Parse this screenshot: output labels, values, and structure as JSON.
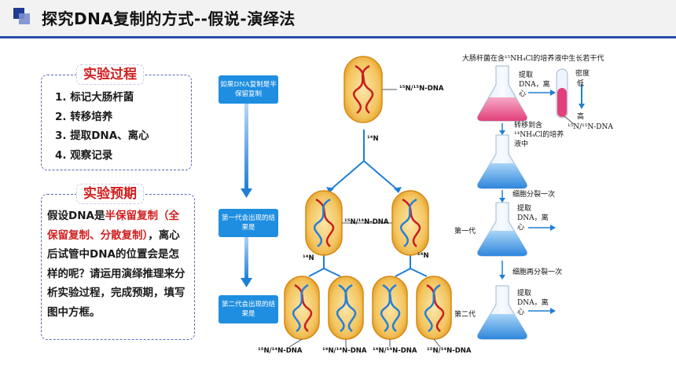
{
  "header": {
    "title": "探究DNA复制的方式--假说-演绎法"
  },
  "process": {
    "tag": "实验过程",
    "steps": [
      "1. 标记大肠杆菌",
      "2. 转移培养",
      "3. 提取DNA、离心",
      "4. 观察记录"
    ]
  },
  "prediction": {
    "tag": "实验预期",
    "text_a": "假设DNA是",
    "text_red": "半保留复制（全保留复制、分散复制）",
    "text_b": "，离心后试管中DNA的位置会是怎样的呢？请运用演绎推理来分析实验过程，完成预期，填写图中方框。"
  },
  "flow": {
    "box1": "如果DNA复制是半保留复制",
    "box2": "第一代会出现的结果是",
    "box3": "第二代会出现的结果是"
  },
  "diagram": {
    "parent_label": "¹⁵N/¹⁵N-DNA",
    "n14_top": "¹⁴N",
    "gen1_label": "¹⁵N/¹⁴N-DNA",
    "n14_left": "¹⁴N",
    "n14_right": "¹⁴N",
    "gen2_labels": [
      "¹⁵N/¹⁴N-DNA",
      "¹⁴N/¹⁴N-DNA",
      "¹⁴N/¹⁴N-DNA",
      "¹⁵N/¹⁴N-DNA"
    ]
  },
  "experiment": {
    "top_caption": "大肠杆菌在含¹⁵NH₄Cl的培养液中生长若干代",
    "extract1": "提取DNA，离心",
    "density": "密度",
    "low": "低",
    "high": "高",
    "tube_label": "¹⁵N/¹⁵N-DNA",
    "transfer": "转移到含¹⁴NH₄Cl的培养液中",
    "divide1": "细胞分裂一次",
    "extract2": "提取DNA，离心",
    "gen1": "第一代",
    "divide2": "细胞再分裂一次",
    "extract3": "提取DNA，离心",
    "gen2": "第二代"
  },
  "colors": {
    "accent": "#2c4ea8",
    "red": "#d11f1f",
    "flowbox": "#1f8ee0",
    "cell": "#f0a020"
  }
}
